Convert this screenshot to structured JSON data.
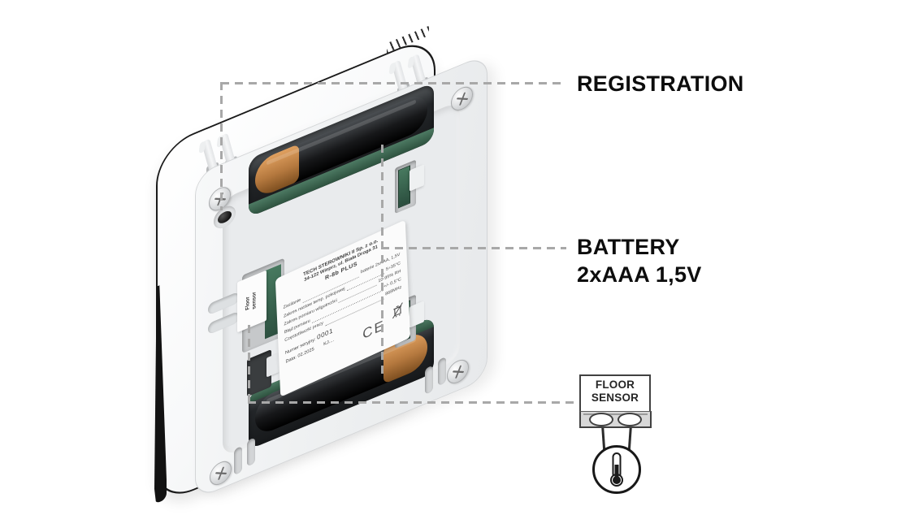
{
  "callouts": {
    "registration": "REGISTRATION",
    "battery_line1": "BATTERY",
    "battery_line2": "2xAAA 1,5V"
  },
  "floor_sensor_box": {
    "line1": "FLOOR",
    "line2": "SENSOR"
  },
  "device": {
    "side_label_line1": "Floor",
    "side_label_line2": "sensor",
    "sticker": {
      "company": "TECH STEROWNIKI II Sp. z o.o.",
      "address": "34-122 Wieprz, ul. Biała Droga 31",
      "model": "R-8b PLUS",
      "specs": [
        {
          "name": "Zasilanie",
          "value": "baterie 2xAAA, 1,5V"
        },
        {
          "name": "Zakres nastaw temp. pokojowej",
          "value": "5÷35°C"
        },
        {
          "name": "Zakres pomiaru wilgotności",
          "value": "10-95% RH"
        },
        {
          "name": "Błąd pomiaru",
          "value": "+/- 0,5°C"
        },
        {
          "name": "Częstotliwość pracy",
          "value": "868MHz"
        }
      ],
      "serial_label": "Numer seryjny:",
      "serial_value": "0001",
      "date_label": "Data:",
      "date_value": "02.2025",
      "qc_initials": "KJ....",
      "ce_mark": "CE"
    }
  },
  "colors": {
    "background": "#ffffff",
    "callout_text": "#0d0d0d",
    "dashed_line": "#a8a8a8",
    "pcb_green": "#3f6b56",
    "battery_orange": "#c9834a",
    "device_body": "#eef0f2"
  }
}
